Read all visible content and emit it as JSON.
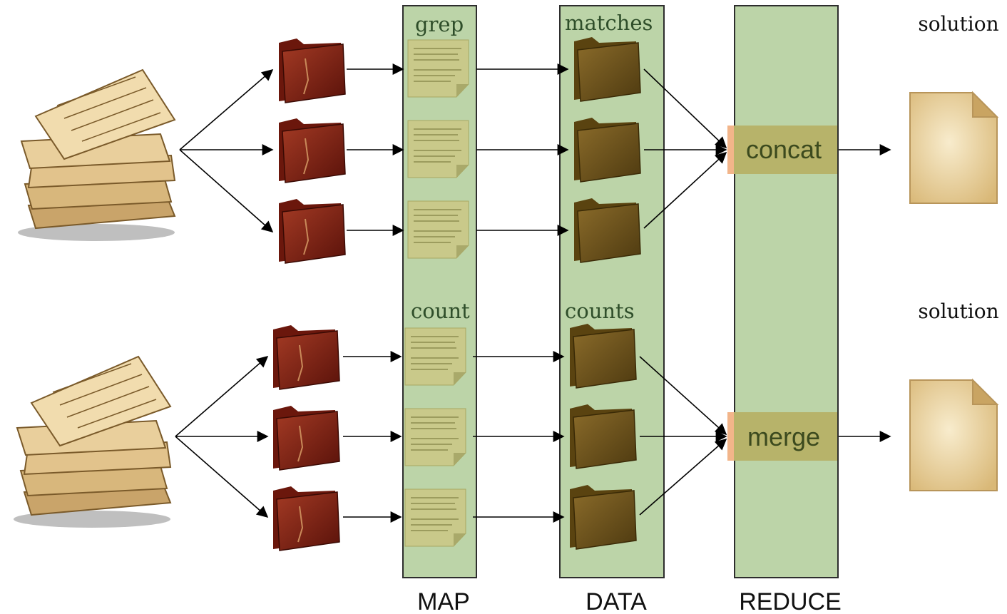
{
  "columns": {
    "map_label": "MAP",
    "data_label": "DATA",
    "reduce_label": "REDUCE"
  },
  "pipelines": [
    {
      "map_op": "grep",
      "data_name": "matches",
      "reduce_op": "concat",
      "output_label": "solution"
    },
    {
      "map_op": "count",
      "data_name": "counts",
      "reduce_op": "merge",
      "output_label": "solution"
    }
  ],
  "icons": {
    "input": "paper-stack-icon",
    "split": "folder-icon",
    "map_task": "note-icon",
    "intermediate": "folder-icon",
    "output": "document-icon"
  },
  "colors": {
    "column_fill": "#bcd4a8",
    "column_stroke": "#2d2d2d",
    "reduce_box": "#b7b36a",
    "reduce_accent": "#f2b58a",
    "split_folder": "#7a1e12",
    "data_folder": "#6e5318",
    "note": "#c9c98a",
    "paper": "#e8cf9a"
  }
}
